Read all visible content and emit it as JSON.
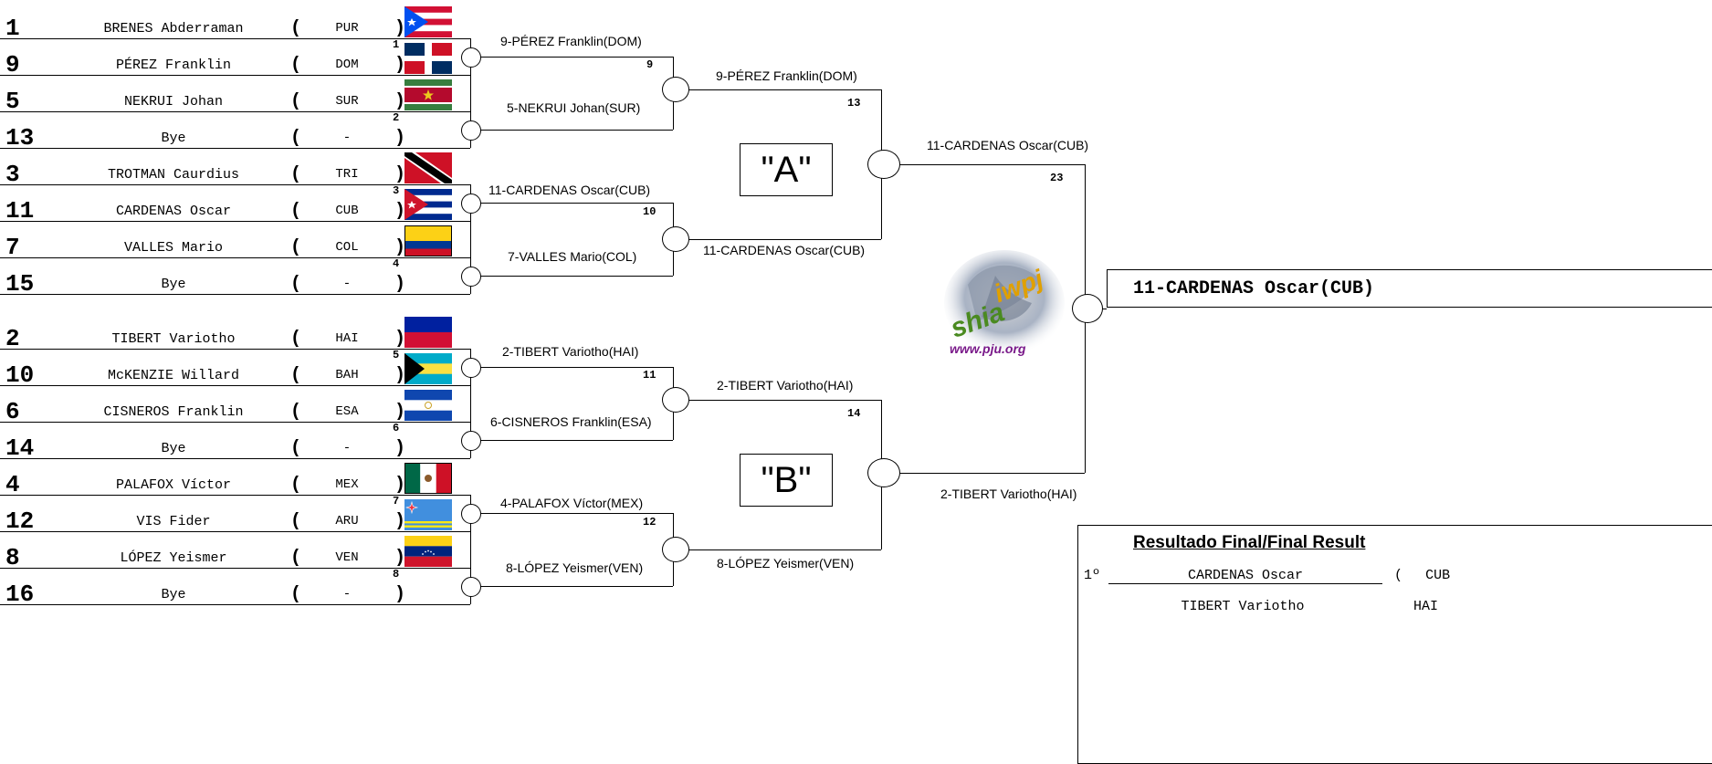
{
  "top_half": [
    {
      "seed": "1",
      "name": "BRENES Abderraman",
      "country": "PUR",
      "flag": "puerto-rico-flag"
    },
    {
      "seed": "9",
      "name": "PÉREZ Franklin",
      "country": "DOM",
      "flag": "dominican-republic-flag"
    },
    {
      "seed": "5",
      "name": "NEKRUI Johan",
      "country": "SUR",
      "flag": "suriname-flag"
    },
    {
      "seed": "13",
      "name": "Bye",
      "country": "-",
      "flag": ""
    },
    {
      "seed": "3",
      "name": "TROTMAN Caurdius",
      "country": "TRI",
      "flag": "trinidad-flag"
    },
    {
      "seed": "11",
      "name": "CARDENAS Oscar",
      "country": "CUB",
      "flag": "cuba-flag"
    },
    {
      "seed": "7",
      "name": "VALLES Mario",
      "country": "COL",
      "flag": "colombia-flag"
    },
    {
      "seed": "15",
      "name": "Bye",
      "country": "-",
      "flag": ""
    }
  ],
  "bottom_half": [
    {
      "seed": "2",
      "name": "TIBERT Variotho",
      "country": "HAI",
      "flag": "haiti-flag"
    },
    {
      "seed": "10",
      "name": "McKENZIE Willard",
      "country": "BAH",
      "flag": "bahamas-flag"
    },
    {
      "seed": "6",
      "name": "CISNEROS Franklin",
      "country": "ESA",
      "flag": "el-salvador-flag"
    },
    {
      "seed": "14",
      "name": "Bye",
      "country": "-",
      "flag": ""
    },
    {
      "seed": "4",
      "name": "PALAFOX Víctor",
      "country": "MEX",
      "flag": "mexico-flag"
    },
    {
      "seed": "12",
      "name": "VIS Fider",
      "country": "ARU",
      "flag": "aruba-flag"
    },
    {
      "seed": "8",
      "name": "LÓPEZ Yeismer",
      "country": "VEN",
      "flag": "venezuela-flag"
    },
    {
      "seed": "16",
      "name": "Bye",
      "country": "-",
      "flag": ""
    }
  ],
  "paren_open": "(",
  "paren_close": ")",
  "first_round_numbers": [
    "1",
    "2",
    "3",
    "4",
    "5",
    "6",
    "7",
    "8"
  ],
  "round1_winners": [
    "9-PÉREZ Franklin(DOM)",
    "5-NEKRUI Johan(SUR)",
    "11-CARDENAS Oscar(CUB)",
    "7-VALLES Mario(COL)",
    "2-TIBERT Variotho(HAI)",
    "6-CISNEROS Franklin(ESA)",
    "4-PALAFOX Víctor(MEX)",
    "8-LÓPEZ Yeismer(VEN)"
  ],
  "round2_numbers": [
    "9",
    "10",
    "11",
    "12"
  ],
  "round2_winners": [
    "9-PÉREZ Franklin(DOM)",
    "11-CARDENAS Oscar(CUB)",
    "2-TIBERT Variotho(HAI)",
    "8-LÓPEZ Yeismer(VEN)"
  ],
  "round3_numbers": [
    "13",
    "14"
  ],
  "round3_winners": [
    "11-CARDENAS Oscar(CUB)",
    "2-TIBERT Variotho(HAI)"
  ],
  "final_number": "23",
  "pools": {
    "a": "\"A\"",
    "b": "\"B\""
  },
  "champion": "11-CARDENAS Oscar(CUB)",
  "logo": {
    "text": "shiaiwpj",
    "url": "www.pju.org"
  },
  "results": {
    "title": "Resultado Final/Final Result",
    "rows": [
      {
        "place": "1º",
        "name": "CARDENAS Oscar",
        "country": "CUB"
      },
      {
        "place": "",
        "name": "TIBERT Variotho",
        "country": "HAI"
      }
    ]
  },
  "colors": {
    "line": "#000000",
    "background": "#ffffff"
  }
}
